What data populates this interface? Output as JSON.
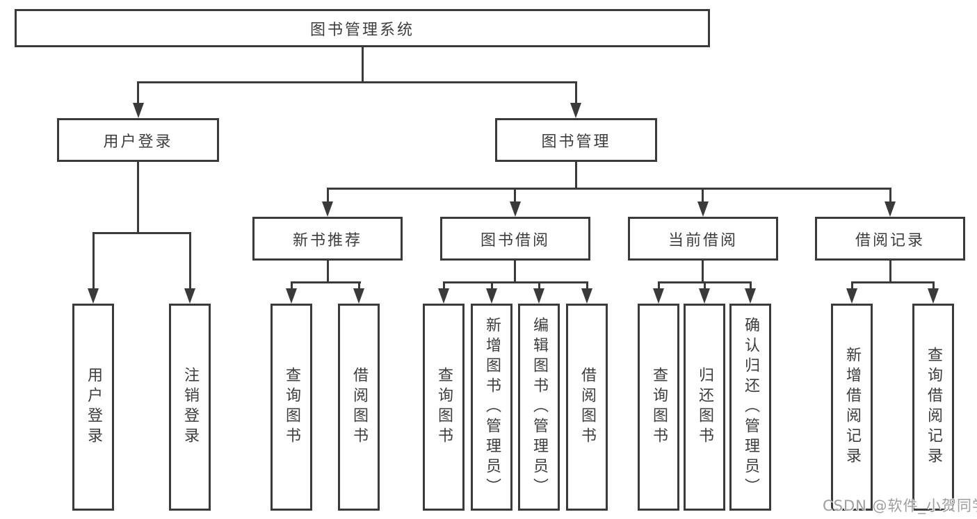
{
  "diagram": {
    "root": {
      "label": "图书管理系统",
      "children": [
        {
          "label": "用户登录",
          "children": [
            {
              "label": "用户登录"
            },
            {
              "label": "注销登录"
            }
          ]
        },
        {
          "label": "图书管理",
          "children": [
            {
              "label": "新书推荐",
              "children": [
                {
                  "label": "查询图书"
                },
                {
                  "label": "借阅图书"
                }
              ]
            },
            {
              "label": "图书借阅",
              "children": [
                {
                  "label": "查询图书"
                },
                {
                  "label": "新增图书（管理员）"
                },
                {
                  "label": "编辑图书（管理员）"
                },
                {
                  "label": "借阅图书"
                }
              ]
            },
            {
              "label": "当前借阅",
              "children": [
                {
                  "label": "查询图书"
                },
                {
                  "label": "归还图书"
                },
                {
                  "label": "确认归还（管理员）"
                }
              ]
            },
            {
              "label": "借阅记录",
              "children": [
                {
                  "label": "新增借阅记录"
                },
                {
                  "label": "查询借阅记录"
                }
              ]
            }
          ]
        }
      ]
    }
  },
  "watermark": {
    "text": "CSDN @软件_小贺同学"
  },
  "colors": {
    "line": "#3a3a3a",
    "text": "#3d3d3d",
    "background": "#ffffff",
    "watermark": "#9e9e9e"
  }
}
